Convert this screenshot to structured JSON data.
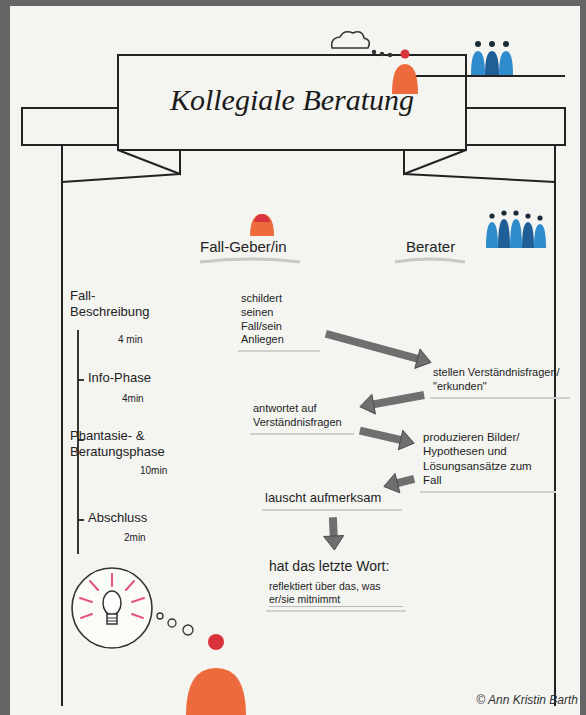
{
  "diagram": {
    "title": "Kollegiale Beratung",
    "nodes": [
      {
        "text": [
          "schildert seinen Fall/sein Anliegen"
        ]
      },
      {
        "text": [
          "stellen Verständnisfragen/ \"erkunden\""
        ]
      },
      {
        "text": [
          "antwortet auf Verständnisfragen"
        ]
      },
      {
        "text": [
          "produzieren Bilder/ Hypothesen und Lösungsansätze zum Fall"
        ]
      },
      {
        "text": [
          "lauscht aufmerksam"
        ]
      },
      {
        "text": [
          "hat das letzte Wort:",
          "reflektiert über das, was er/sie mitnimmt"
        ]
      }
    ],
    "edges": [
      {
        "from": 0,
        "to": 1,
        "arrow": "to"
      },
      {
        "from": 1,
        "to": 2,
        "arrow": "to"
      },
      {
        "from": 2,
        "to": 3,
        "arrow": "to"
      },
      {
        "from": 3,
        "to": 4,
        "arrow": "to"
      },
      {
        "from": 4,
        "to": 5,
        "arrow": "to"
      }
    ],
    "labels": [
      "Fall-Geber/in",
      "Berater",
      "Fall-Beschreibung",
      "4 min",
      "Info-Phase",
      "4min",
      "Phantasie- & Beratungsphase",
      "10min",
      "Abschluss",
      "2min",
      "© Ann Kristin Barth"
    ]
  }
}
